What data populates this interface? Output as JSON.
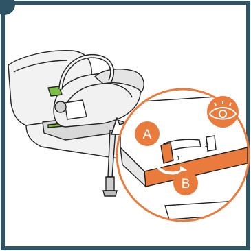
{
  "colors": {
    "frame": "#2f5465",
    "orange": "#e97b3d",
    "accent_green": "#7bc043",
    "line": "#222222"
  },
  "callouts": {
    "a": "A",
    "b": "B"
  },
  "step_marks": {
    "one": "1",
    "two": "2"
  },
  "icons": {
    "view": "eye-icon"
  }
}
